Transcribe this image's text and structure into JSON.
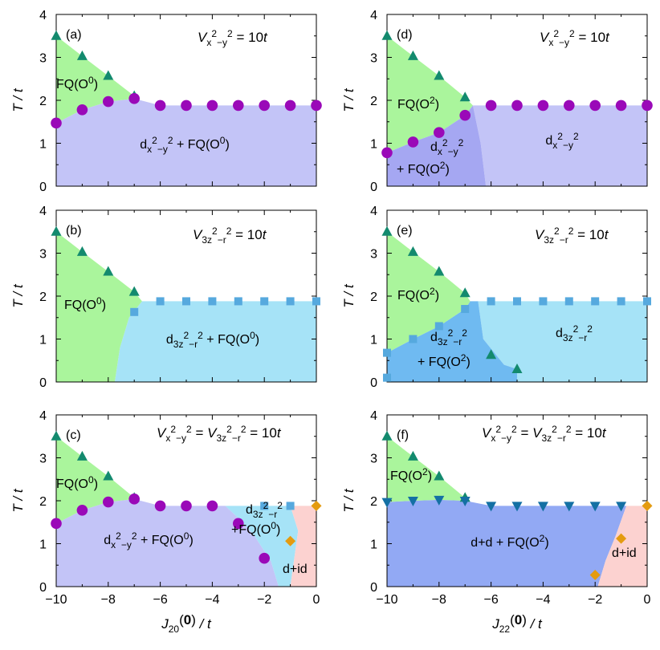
{
  "figure": {
    "x_axis_labels": {
      "left": {
        "main": "J",
        "sub": "20",
        "arg": "(0)",
        "unit": " / t"
      },
      "right": {
        "main": "J",
        "sub": "22",
        "arg": "(0)",
        "unit": " / t"
      }
    },
    "y_axis_label": "T / t",
    "x_ticks": [
      -10,
      -8,
      -6,
      -4,
      -2,
      0
    ],
    "y_ticks": [
      0,
      1,
      2,
      3,
      4
    ],
    "colors": {
      "fq": "#aaf59c",
      "dx2": "#c3c4f7",
      "dx2_mixed": "#a5a7f2",
      "d3z2": "#a6e3f7",
      "d3z2_mixed": "#6fbaf1",
      "dd": "#92a9f4",
      "did": "#fcd2d0",
      "triangle": "#138a6e",
      "circle": "#9a09b8",
      "square": "#56a9de",
      "inv_triangle": "#1470a4",
      "diamond": "#e49b10"
    }
  },
  "chart_data": [
    {
      "id": "a",
      "label": "(a)",
      "type": "scatter",
      "annotation": "V_{x²−y²} = 10t",
      "region_labels": [
        "FQ(O₂⁰)",
        "d_{x²−y²} + FQ(O₂⁰)"
      ],
      "xlim": [
        -10,
        0
      ],
      "ylim": [
        0,
        4
      ],
      "series": [
        {
          "marker": "triangle",
          "points": [
            [
              -10,
              3.5
            ],
            [
              -9,
              3.03
            ],
            [
              -8,
              2.57
            ],
            [
              -7,
              2.1
            ]
          ]
        },
        {
          "marker": "circle",
          "points": [
            [
              -10,
              1.47
            ],
            [
              -9,
              1.78
            ],
            [
              -8,
              1.97
            ],
            [
              -7,
              2.04
            ],
            [
              -6,
              1.88
            ],
            [
              -5,
              1.88
            ],
            [
              -4,
              1.88
            ],
            [
              -3,
              1.88
            ],
            [
              -2,
              1.88
            ],
            [
              -1,
              1.88
            ],
            [
              0,
              1.88
            ]
          ]
        }
      ]
    },
    {
      "id": "b",
      "label": "(b)",
      "type": "scatter",
      "annotation": "V_{3z²−r²} = 10t",
      "region_labels": [
        "FQ(O₂⁰)",
        "d_{3z²−r²} + FQ(O₂⁰)"
      ],
      "xlim": [
        -10,
        0
      ],
      "ylim": [
        0,
        4
      ],
      "series": [
        {
          "marker": "triangle",
          "points": [
            [
              -10,
              3.5
            ],
            [
              -9,
              3.03
            ],
            [
              -8,
              2.57
            ],
            [
              -7,
              2.1
            ]
          ]
        },
        {
          "marker": "square",
          "points": [
            [
              -7,
              1.63
            ],
            [
              -6,
              1.88
            ],
            [
              -5,
              1.88
            ],
            [
              -4,
              1.88
            ],
            [
              -3,
              1.88
            ],
            [
              -2,
              1.88
            ],
            [
              -1,
              1.88
            ],
            [
              0,
              1.88
            ]
          ]
        }
      ]
    },
    {
      "id": "c",
      "label": "(c)",
      "type": "scatter",
      "annotation": "V_{x²−y²} = V_{3z²−r²} = 10t",
      "region_labels": [
        "FQ(O₂⁰)",
        "d_{x²−y²} + FQ(O₂⁰)",
        "d_{3z²−r²}",
        "+FQ(O₂⁰)",
        "d+id"
      ],
      "xlim": [
        -10,
        0
      ],
      "ylim": [
        0,
        4
      ],
      "series": [
        {
          "marker": "triangle",
          "points": [
            [
              -10,
              3.5
            ],
            [
              -9,
              3.03
            ],
            [
              -8,
              2.57
            ],
            [
              -7,
              2.07
            ]
          ]
        },
        {
          "marker": "circle",
          "points": [
            [
              -10,
              1.47
            ],
            [
              -9,
              1.78
            ],
            [
              -8,
              1.97
            ],
            [
              -7,
              2.04
            ],
            [
              -6,
              1.88
            ],
            [
              -5,
              1.88
            ],
            [
              -4,
              1.88
            ],
            [
              -3,
              1.47
            ],
            [
              -2,
              0.66
            ]
          ]
        },
        {
          "marker": "square",
          "points": [
            [
              -2,
              1.88
            ],
            [
              -1,
              1.88
            ]
          ]
        },
        {
          "marker": "diamond",
          "points": [
            [
              -1,
              1.06
            ],
            [
              0,
              1.88
            ]
          ]
        }
      ]
    },
    {
      "id": "d",
      "label": "(d)",
      "type": "scatter",
      "annotation": "V_{x²−y²} = 10t",
      "region_labels": [
        "FQ(O₂²)",
        "d_{x²−y²}",
        "+ FQ(O₂²)",
        "d_{x²−y²}"
      ],
      "xlim": [
        -10,
        0
      ],
      "ylim": [
        0,
        4
      ],
      "series": [
        {
          "marker": "triangle",
          "points": [
            [
              -10,
              3.5
            ],
            [
              -9,
              3.03
            ],
            [
              -8,
              2.57
            ],
            [
              -7,
              2.07
            ]
          ]
        },
        {
          "marker": "circle",
          "points": [
            [
              -10,
              0.78
            ],
            [
              -9,
              1.03
            ],
            [
              -8,
              1.25
            ],
            [
              -7,
              1.65
            ],
            [
              -6,
              1.88
            ],
            [
              -5,
              1.88
            ],
            [
              -4,
              1.88
            ],
            [
              -3,
              1.88
            ],
            [
              -2,
              1.88
            ],
            [
              -1,
              1.88
            ],
            [
              0,
              1.88
            ]
          ]
        }
      ]
    },
    {
      "id": "e",
      "label": "(e)",
      "type": "scatter",
      "annotation": "V_{3z²−r²} = 10t",
      "region_labels": [
        "FQ(O₂²)",
        "d_{3z²−r²}",
        "+ FQ(O₂²)",
        "d_{3z²−r²}"
      ],
      "xlim": [
        -10,
        0
      ],
      "ylim": [
        0,
        4
      ],
      "series": [
        {
          "marker": "triangle",
          "points": [
            [
              -10,
              3.5
            ],
            [
              -9,
              3.03
            ],
            [
              -8,
              2.57
            ],
            [
              -7,
              2.07
            ],
            [
              -6,
              0.63
            ],
            [
              -5,
              0.3
            ]
          ]
        },
        {
          "marker": "square",
          "points": [
            [
              -10,
              0.1
            ],
            [
              -10,
              0.68
            ],
            [
              -9,
              1.0
            ],
            [
              -8,
              1.3
            ],
            [
              -7,
              1.7
            ],
            [
              -6,
              1.88
            ],
            [
              -5,
              1.88
            ],
            [
              -4,
              1.88
            ],
            [
              -3,
              1.88
            ],
            [
              -2,
              1.88
            ],
            [
              -1,
              1.88
            ],
            [
              0,
              1.88
            ]
          ]
        }
      ]
    },
    {
      "id": "f",
      "label": "(f)",
      "type": "scatter",
      "annotation": "V_{x²−y²} = V_{3z²−r²} = 10t",
      "region_labels": [
        "FQ(O₂²)",
        "d+d + FQ(O₂²)",
        "d+id"
      ],
      "xlim": [
        -10,
        0
      ],
      "ylim": [
        0,
        4
      ],
      "series": [
        {
          "marker": "triangle",
          "points": [
            [
              -10,
              3.5
            ],
            [
              -9,
              3.03
            ],
            [
              -8,
              2.57
            ],
            [
              -7,
              2.07
            ]
          ]
        },
        {
          "marker": "inv_triangle",
          "points": [
            [
              -10,
              1.97
            ],
            [
              -9,
              2.0
            ],
            [
              -8,
              2.02
            ],
            [
              -7,
              2.0
            ],
            [
              -6,
              1.88
            ],
            [
              -5,
              1.88
            ],
            [
              -4,
              1.88
            ],
            [
              -3,
              1.88
            ],
            [
              -2,
              1.88
            ],
            [
              -1,
              1.88
            ]
          ]
        },
        {
          "marker": "diamond",
          "points": [
            [
              -2,
              0.27
            ],
            [
              -1,
              1.12
            ],
            [
              0,
              1.88
            ]
          ]
        }
      ]
    }
  ]
}
